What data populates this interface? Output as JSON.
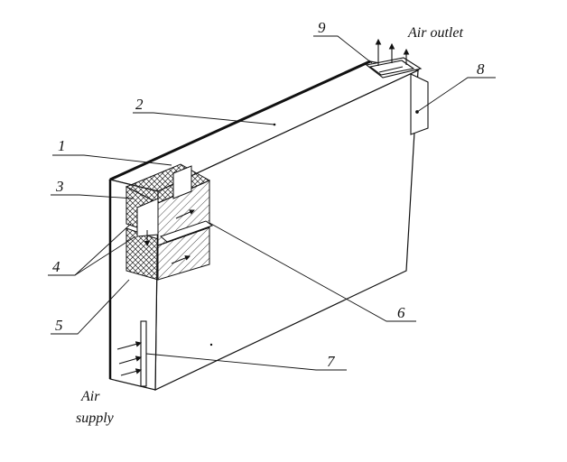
{
  "labels": {
    "n1": "1",
    "n2": "2",
    "n3": "3",
    "n4": "4",
    "n5": "5",
    "n6": "6",
    "n7": "7",
    "n8": "8",
    "n9": "9",
    "air_outlet": "Air outlet",
    "air_supply_1": "Air",
    "air_supply_2": "supply"
  },
  "colors": {
    "ink": "#111111",
    "background": "#ffffff"
  }
}
